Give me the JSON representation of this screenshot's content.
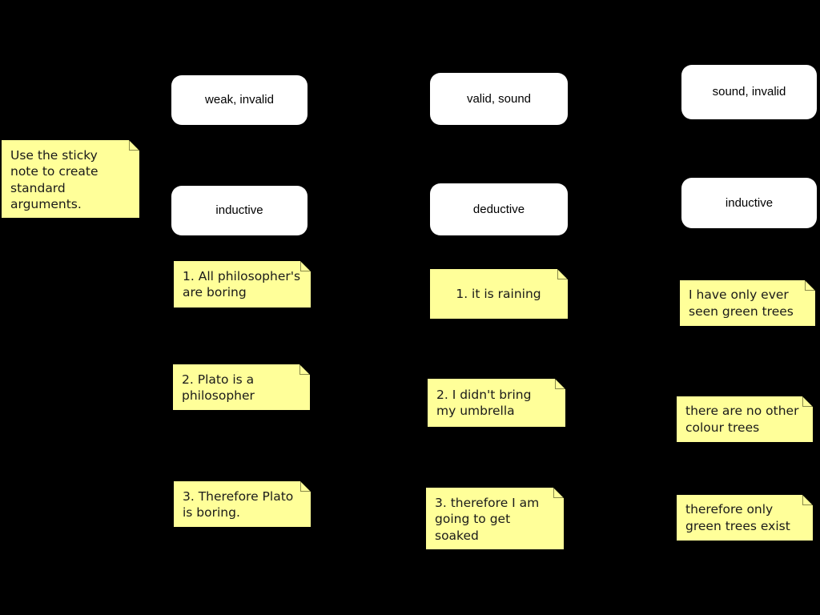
{
  "canvas": {
    "background_color": "#000000",
    "sticky_color": "#ffff99",
    "box_color": "#ffffff",
    "text_color": "#000000"
  },
  "instruction_note": {
    "text": "Use the sticky\nnote to create\nstandard\narguments."
  },
  "columns": [
    {
      "id": "column-1",
      "evaluation_label": "weak, invalid",
      "type_label": "inductive",
      "premises": [
        {
          "text": "1. All philosopher's\nare boring"
        },
        {
          "text": "2. Plato is a\nphilosopher"
        },
        {
          "text": "3. Therefore Plato\nis boring."
        }
      ]
    },
    {
      "id": "column-2",
      "evaluation_label": "valid, sound",
      "type_label": "deductive",
      "premises": [
        {
          "text": "1. it is raining"
        },
        {
          "text": "2. I didn't bring\nmy umbrella"
        },
        {
          "text": "3. therefore I am\ngoing to get\nsoaked"
        }
      ]
    },
    {
      "id": "column-3",
      "evaluation_label": "sound, invalid",
      "type_label": "inductive",
      "premises": [
        {
          "text": "I have only ever\nseen green trees"
        },
        {
          "text": "there are no other\ncolour trees"
        },
        {
          "text": "therefore only\ngreen trees exist"
        }
      ]
    }
  ]
}
